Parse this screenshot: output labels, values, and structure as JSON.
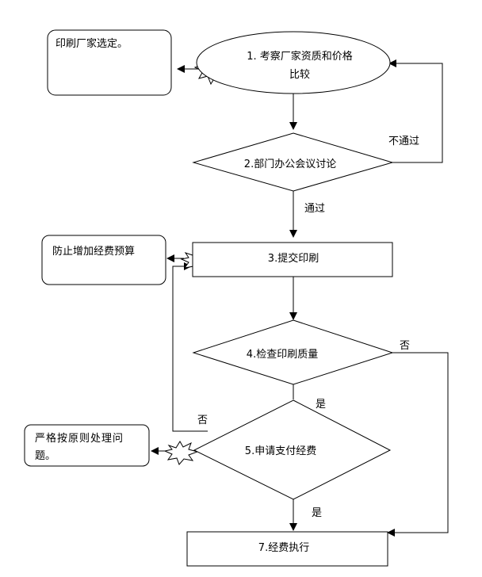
{
  "diagram": {
    "nodes": {
      "select_vendor": {
        "text": "印刷厂家选定。"
      },
      "investigate": {
        "line1": "1. 考察厂家资质和价格",
        "line2": "比较"
      },
      "discuss": {
        "text": "2.部门办公会议讨论"
      },
      "submit": {
        "text": "3.提交印刷"
      },
      "prevent": {
        "text": "防止增加经费预算"
      },
      "check": {
        "text": "4.检查印刷质量"
      },
      "pay": {
        "text": "5.申请支付经费"
      },
      "handle": {
        "line1": "严格按原则处理问",
        "line2": "题。"
      },
      "execute": {
        "text": "7.经费执行"
      }
    },
    "edge_labels": {
      "not_pass": "不通过",
      "pass": "通过",
      "no_check": "否",
      "yes_check": "是",
      "no_pay": "否",
      "yes_pay": "是"
    },
    "colors": {
      "stroke": "#000000",
      "background": "#ffffff"
    }
  }
}
